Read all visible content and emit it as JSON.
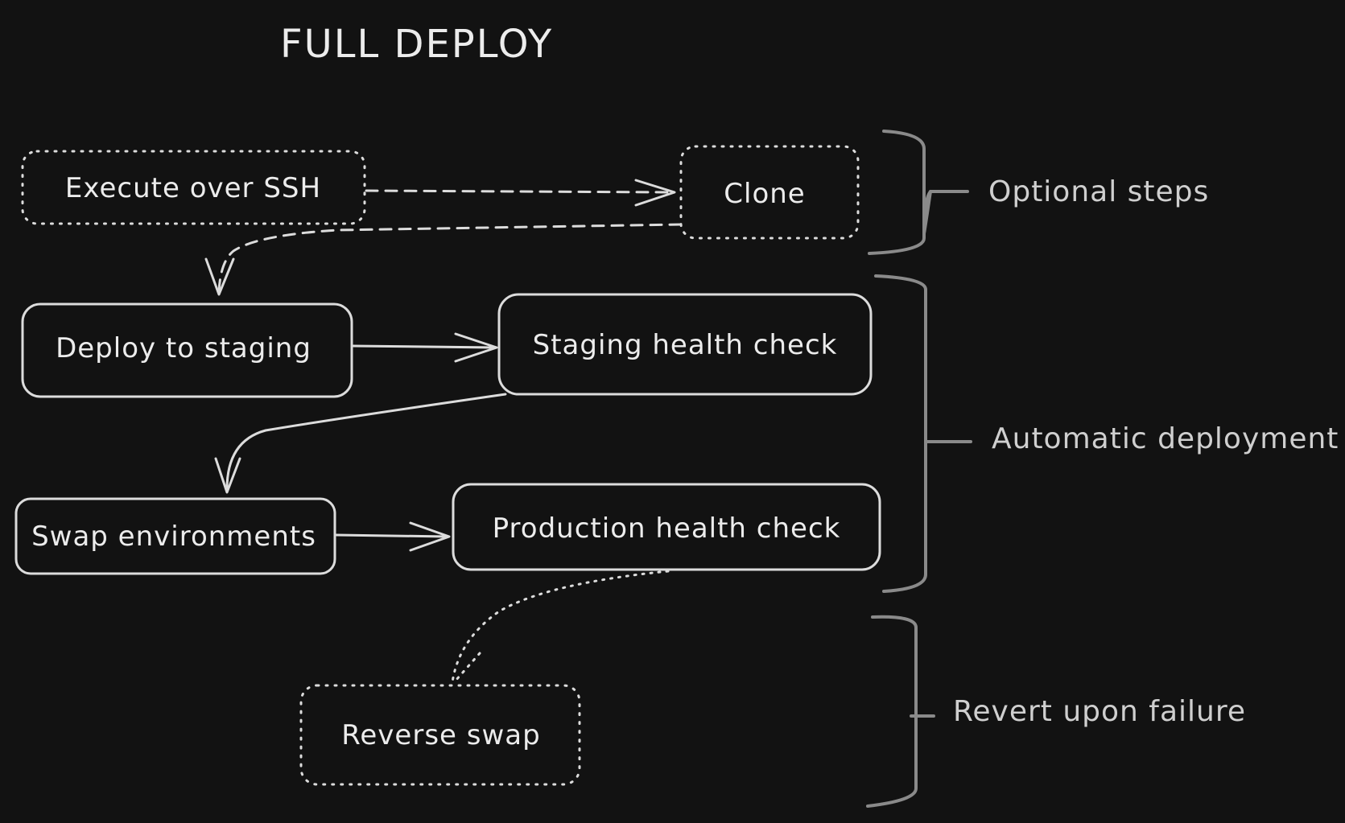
{
  "title": "FULL DEPLOY",
  "nodes": {
    "execute_ssh": "Execute over SSH",
    "clone": "Clone",
    "deploy_staging": "Deploy to staging",
    "staging_health": "Staging health check",
    "swap_env": "Swap environments",
    "production_health": "Production health check",
    "reverse_swap": "Reverse swap"
  },
  "groups": {
    "optional": "Optional steps",
    "automatic": "Automatic deployment",
    "revert": "Revert upon failure"
  },
  "edges": [
    {
      "from": "execute_ssh",
      "to": "clone",
      "style": "dashed"
    },
    {
      "from": "clone",
      "to": "deploy_staging",
      "style": "dashed"
    },
    {
      "from": "deploy_staging",
      "to": "staging_health",
      "style": "solid"
    },
    {
      "from": "staging_health",
      "to": "swap_env",
      "style": "solid"
    },
    {
      "from": "swap_env",
      "to": "production_health",
      "style": "solid"
    },
    {
      "from": "production_health",
      "to": "reverse_swap",
      "style": "dotted"
    }
  ],
  "colors": {
    "background": "#121212",
    "stroke": "#dcdcdc",
    "brace": "#8a8a8a",
    "text": "#ececec"
  }
}
